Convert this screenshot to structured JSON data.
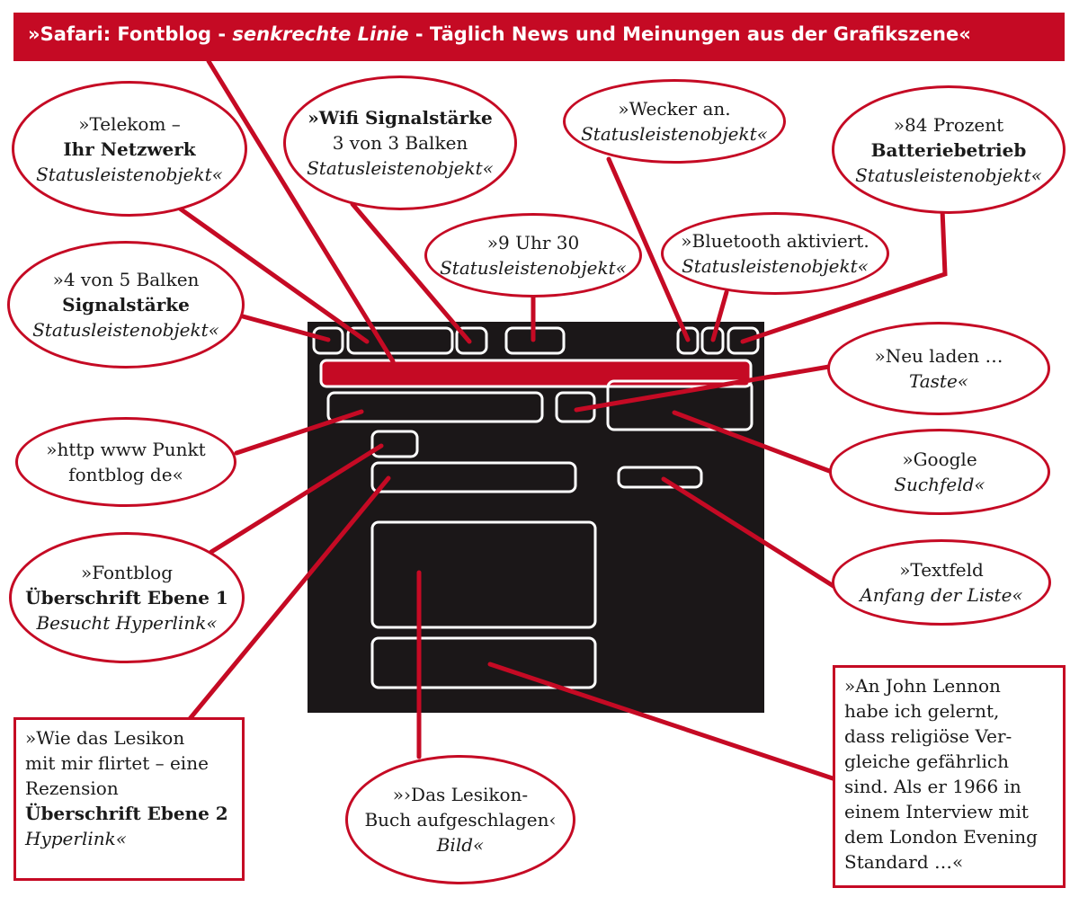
{
  "title": {
    "prefix": "»Safari: Fontblog - ",
    "italic": "senkrechte Linie",
    "suffix": " - Täglich News und Meinungen aus der Grafikszene«"
  },
  "annotations": {
    "telekom": {
      "line1": "»Telekom –",
      "line2": "Ihr Netzwerk",
      "line3": "Statusleistenobjekt«"
    },
    "wifi": {
      "line1": "»Wifi Signalstärke",
      "line2": "3 von 3 Balken",
      "line3": "Statusleistenobjekt«"
    },
    "wecker": {
      "line1": "»Wecker an.",
      "line2": "Statusleistenobjekt«"
    },
    "battery": {
      "line1": "»84 Prozent",
      "line2": "Batteriebetrieb",
      "line3": "Statusleistenobjekt«"
    },
    "time": {
      "line1": "»9 Uhr 30",
      "line2": "Statusleistenobjekt«"
    },
    "bluetooth": {
      "line1": "»Bluetooth aktiviert.",
      "line2": "Statusleistenobjekt«"
    },
    "signal": {
      "line1": "»4 von 5 Balken",
      "line2": "Signalstärke",
      "line3": "Statusleistenobjekt«"
    },
    "reload": {
      "line1": "»Neu laden …",
      "line2": "Taste«"
    },
    "url": {
      "line1": "»http www Punkt",
      "line2": "fontblog de«"
    },
    "google": {
      "line1": "»Google",
      "line2": "Suchfeld«"
    },
    "fontblog": {
      "line1": "»Fontblog",
      "line2": "Überschrift Ebene 1",
      "line3": "Besucht Hyperlink«"
    },
    "textfeld": {
      "line1": "»Textfeld",
      "line2": "Anfang der Liste«"
    },
    "lesikon_review": {
      "line1": "»Wie das Lesikon",
      "line2": "mit mir flirtet – eine",
      "line3": "Rezension",
      "line4": "Überschrift Ebene 2",
      "line5": "Hyperlink«"
    },
    "lesikon_book": {
      "line1": "»›Das Lesikon-",
      "line2": "Buch aufgeschlagen‹",
      "line3": "Bild«"
    },
    "lennon": {
      "lines": [
        "»An John Lennon",
        "habe ich gelernt,",
        "dass religiöse Ver-",
        "gleiche gefährlich",
        "sind. Als er 1966 in",
        "einem Interview mit",
        "dem London Evening",
        "Standard …«"
      ]
    }
  },
  "colors": {
    "accent": "#c50a24",
    "screen": "#1b1718",
    "outline": "#ffffff"
  }
}
